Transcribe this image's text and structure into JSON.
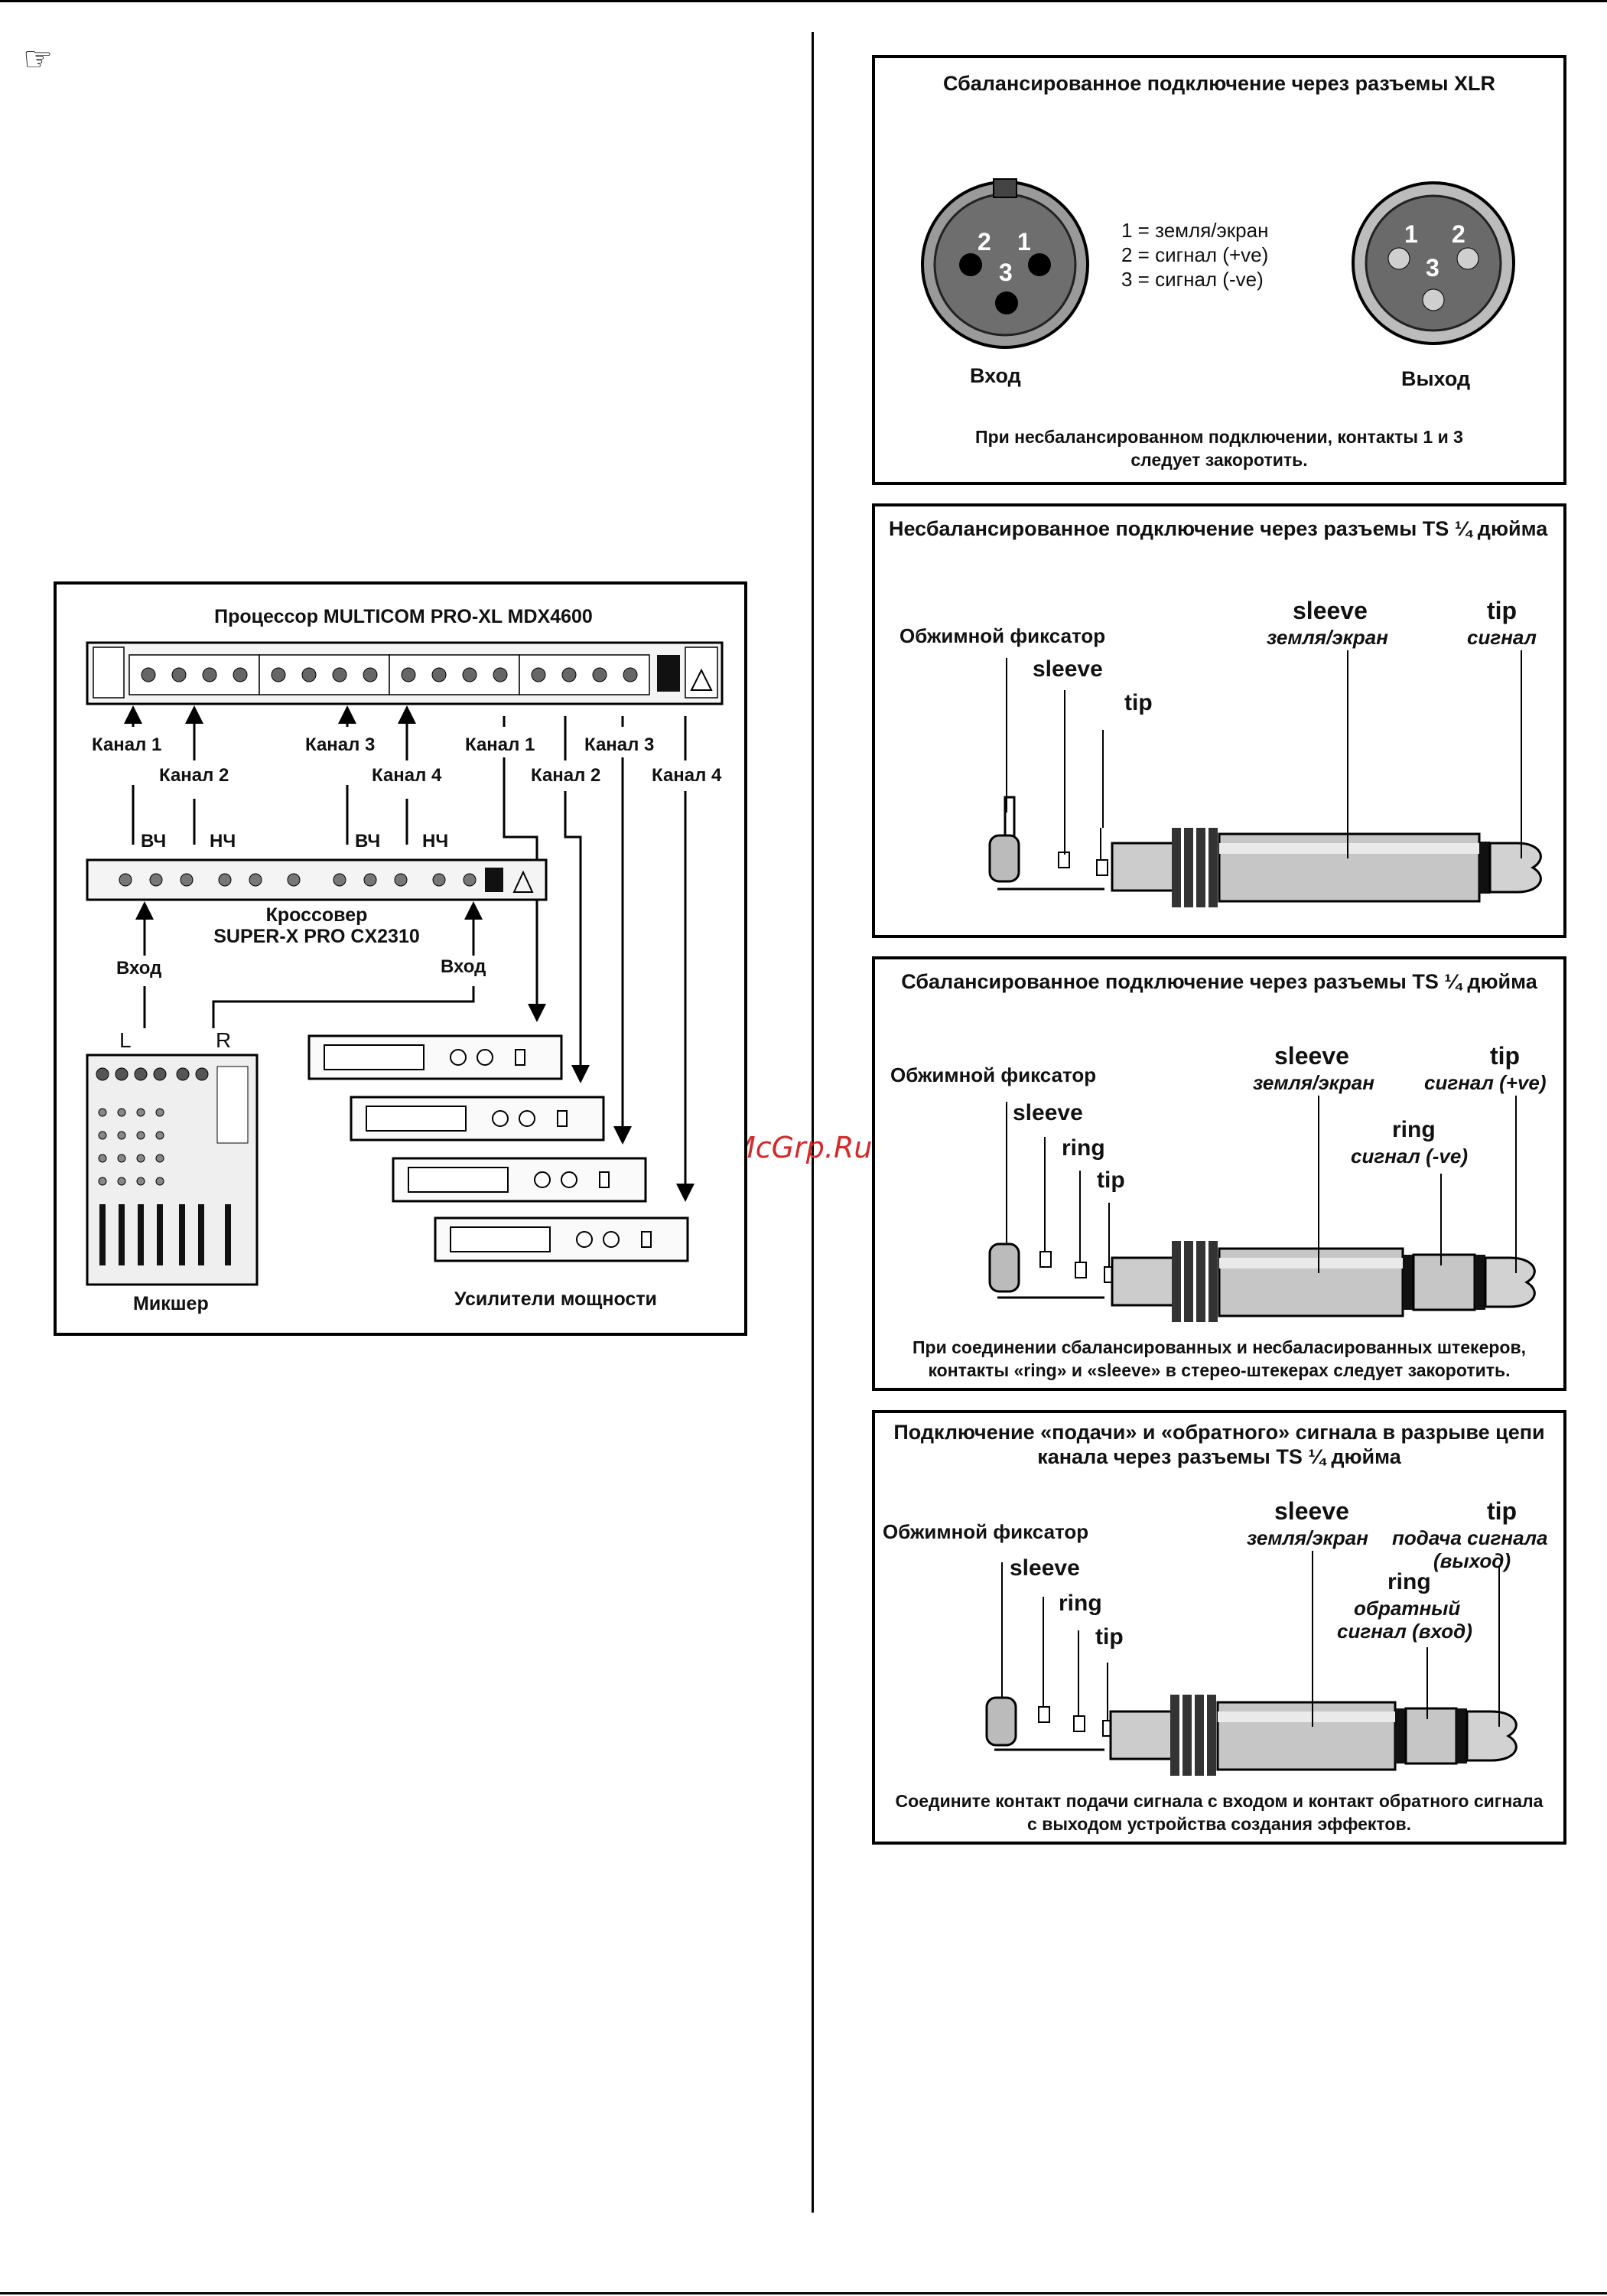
{
  "page": {
    "hand_icon": "pointing-hand-icon",
    "watermark": "McGrp.Ru"
  },
  "system_diagram": {
    "processor_title": "Процессор MULTICOM PRO-XL MDX4600",
    "channels_in": [
      "Канал 1",
      "Канал 2",
      "Канал 3",
      "Канал 4"
    ],
    "channels_out": [
      "Канал 1",
      "Канал 2",
      "Канал 3",
      "Канал 4"
    ],
    "hf": "ВЧ",
    "lf": "НЧ",
    "crossover_line1": "Кроссовер",
    "crossover_line2": "SUPER-X PRO CX2310",
    "input": "Вход",
    "left": "L",
    "right": "R",
    "mixer": "Микшер",
    "amps": "Усилители мощности"
  },
  "xlr_box": {
    "title": "Сбалансированное подключение через разъемы XLR",
    "legend": [
      "1 = земля/экран",
      "2 = сигнал (+ve)",
      "3 = сигнал (-ve)"
    ],
    "input_label": "Вход",
    "output_label": "Выход",
    "pins_in": [
      "2",
      "1",
      "3"
    ],
    "pins_out": [
      "1",
      "2",
      "3"
    ],
    "note_line1": "При несбалансированном подключении, контакты 1 и 3",
    "note_line2": "следует закоротить."
  },
  "ts_box": {
    "title": "Несбалансированное подключение через разъемы TS ¼ дюйма",
    "clamp": "Обжимной фиксатор",
    "sleeve": "sleeve",
    "tip": "tip",
    "sleeve_big": "sleeve",
    "sleeve_desc": "земля/экран",
    "tip_big": "tip",
    "tip_desc": "сигнал"
  },
  "trs_box": {
    "title": "Сбалансированное подключение через разъемы TS ¼ дюйма",
    "clamp": "Обжимной фиксатор",
    "sleeve": "sleeve",
    "ring": "ring",
    "tip": "tip",
    "sleeve_big": "sleeve",
    "sleeve_desc": "земля/экран",
    "tip_big": "tip",
    "tip_desc": "сигнал (+ve)",
    "ring_big": "ring",
    "ring_desc": "сигнал (-ve)",
    "note_line1": "При соединении сбалансированных и несбаласированных штекеров,",
    "note_line2": "контакты «ring» и «sleeve» в стерео-штекерах следует закоротить."
  },
  "insert_box": {
    "title_line1": "Подключение «подачи» и «обратного» сигнала в разрыве цепи",
    "title_line2": "канала через разъемы TS ¼ дюйма",
    "clamp": "Обжимной фиксатор",
    "sleeve": "sleeve",
    "ring": "ring",
    "tip": "tip",
    "sleeve_big": "sleeve",
    "sleeve_desc": "земля/экран",
    "tip_big": "tip",
    "tip_desc1": "подача сигнала",
    "tip_desc2": "(выход)",
    "ring_big": "ring",
    "ring_desc1": "обратный",
    "ring_desc2": "сигнал (вход)",
    "note_line1": "Соедините контакт подачи сигнала с входом и контакт обратного сигнала",
    "note_line2": "с выходом устройства создания эффектов."
  }
}
